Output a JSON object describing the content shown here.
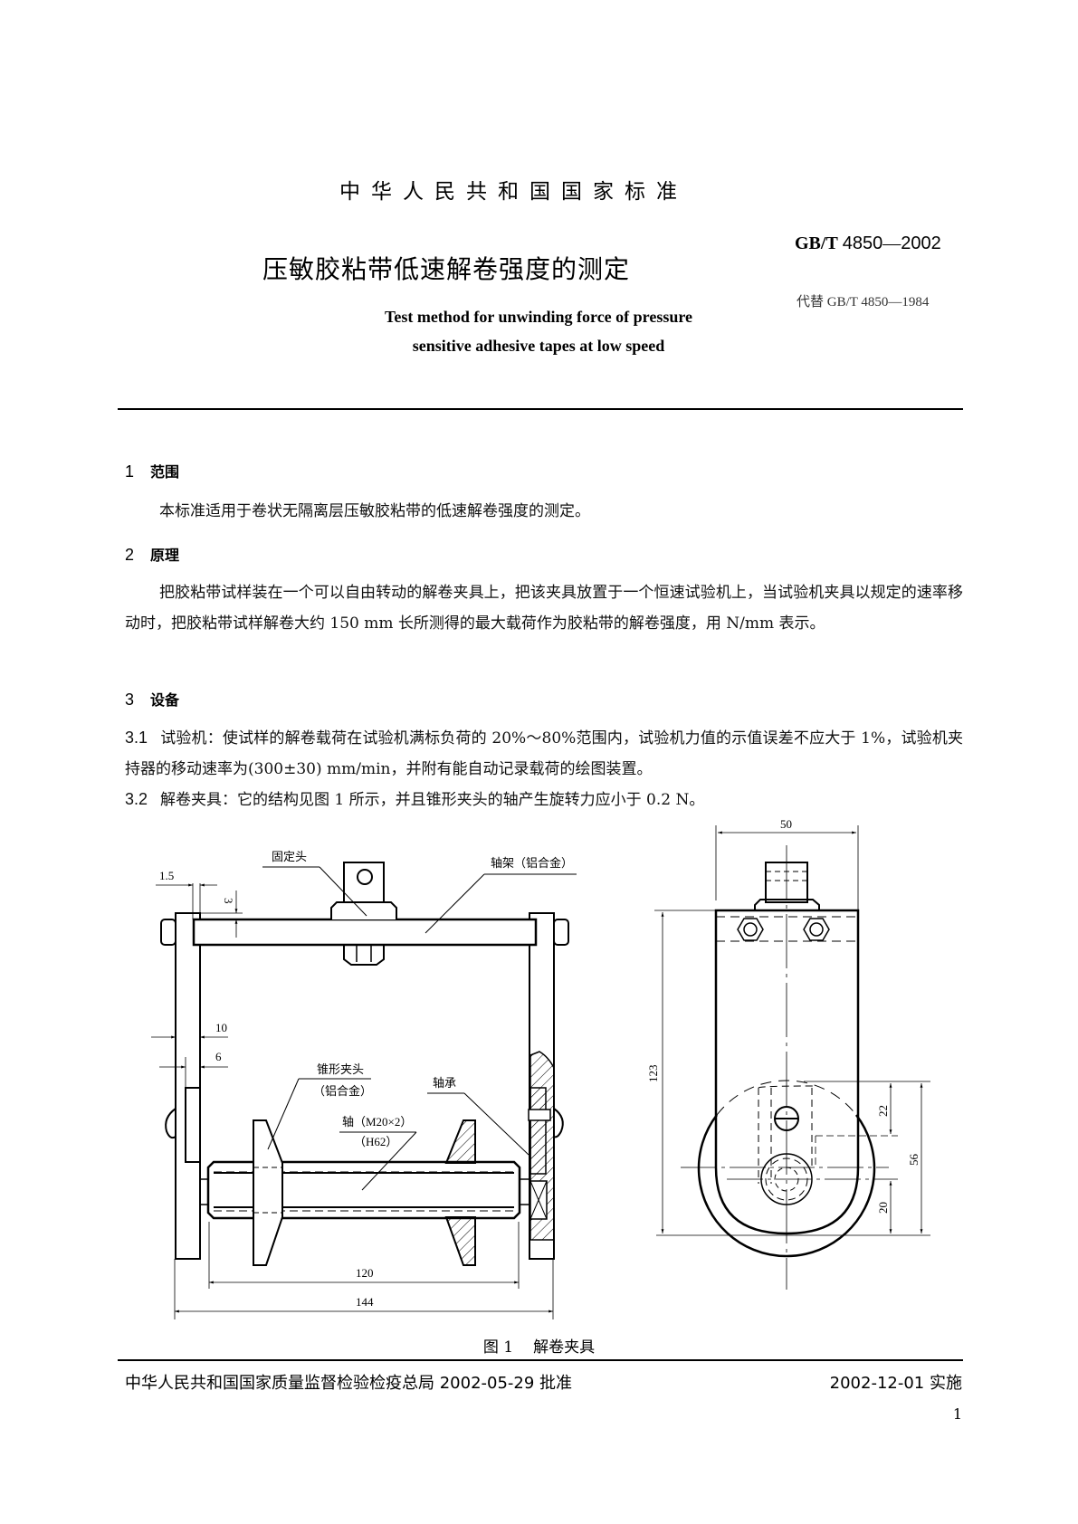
{
  "header": {
    "organization": "中华人民共和国国家标准",
    "standard_code_prefix": "GB/T",
    "standard_code_number": "4850",
    "standard_code_dash": "—",
    "standard_code_year": "2002",
    "replaces": "代替 GB/T 4850—1984",
    "title_cn": "压敏胶粘带低速解卷强度的测定",
    "title_en_line1": "Test method for unwinding force of pressure",
    "title_en_line2": "sensitive adhesive tapes at low speed"
  },
  "sections": [
    {
      "number": "1",
      "title": "范围",
      "paragraphs": [
        "本标准适用于卷状无隔离层压敏胶粘带的低速解卷强度的测定。"
      ]
    },
    {
      "number": "2",
      "title": "原理",
      "paragraphs": [
        "把胶粘带试样装在一个可以自由转动的解卷夹具上，把该夹具放置于一个恒速试验机上，当试验机夹具以规定的速率移动时，把胶粘带试样解卷大约 150 mm 长所测得的最大载荷作为胶粘带的解卷强度，用 N/mm 表示。"
      ]
    },
    {
      "number": "3",
      "title": "设备",
      "clauses": [
        {
          "number": "3.1",
          "text": "试验机：使试样的解卷载荷在试验机满标负荷的 20%～80%范围内，试验机力值的示值误差不应大于 1%，试验机夹持器的移动速率为(300±30) mm/min，并附有能自动记录载荷的绘图装置。"
        },
        {
          "number": "3.2",
          "text": "解卷夹具：它的结构见图 1 所示，并且锥形夹头的轴产生旋转力应小于 0.2 N。"
        }
      ]
    }
  ],
  "figure": {
    "caption_number": "图 1",
    "caption_title": "解卷夹具",
    "front_view": {
      "labels": {
        "fixed_head": "固定头",
        "axle_frame": "轴架（铝合金）",
        "cone_chuck": "锥形夹头",
        "cone_chuck_material": "（铝合金）",
        "shaft": "轴（M20×2）",
        "shaft_material": "（H62）",
        "bearing": "轴承"
      },
      "dimensions": {
        "d_1_5": "1.5",
        "d_3": "3",
        "d_10": "10",
        "d_6": "6",
        "d_120": "120",
        "d_144": "144"
      }
    },
    "side_view": {
      "dimensions": {
        "d_50": "50",
        "d_123": "123",
        "d_22": "22",
        "d_56": "56",
        "d_20": "20"
      }
    }
  },
  "footer": {
    "approval": "中华人民共和国国家质量监督检验检疫总局 2002-05-29 批准",
    "implementation": "2002-12-01 实施",
    "page_number": "1"
  }
}
